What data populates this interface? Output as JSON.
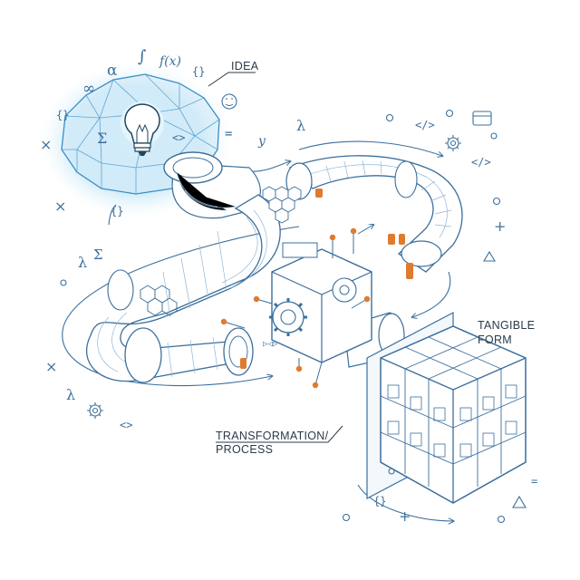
{
  "labels": {
    "idea": "IDEA",
    "tangible": [
      "TANGIBLE",
      "FORM"
    ],
    "process": [
      "TRANSFORMATION/",
      "PROCESS"
    ]
  },
  "symbols": {
    "alpha": "α",
    "integral": "∫",
    "fx": "f(x)",
    "braces": "{}",
    "infinity": "∞",
    "sigma": "Σ",
    "code": "<>",
    "code_tag": "</>",
    "times": "×",
    "lambda": "λ",
    "y": "y",
    "equals": "=",
    "plus": "+",
    "pipe_arrow": "▷◁▷"
  },
  "colors": {
    "line": "#3b6f9c",
    "light_line": "#8fb6d6",
    "glow": "#bfe3f6",
    "accent": "#e07a2c",
    "text": "#2b3a4a"
  }
}
